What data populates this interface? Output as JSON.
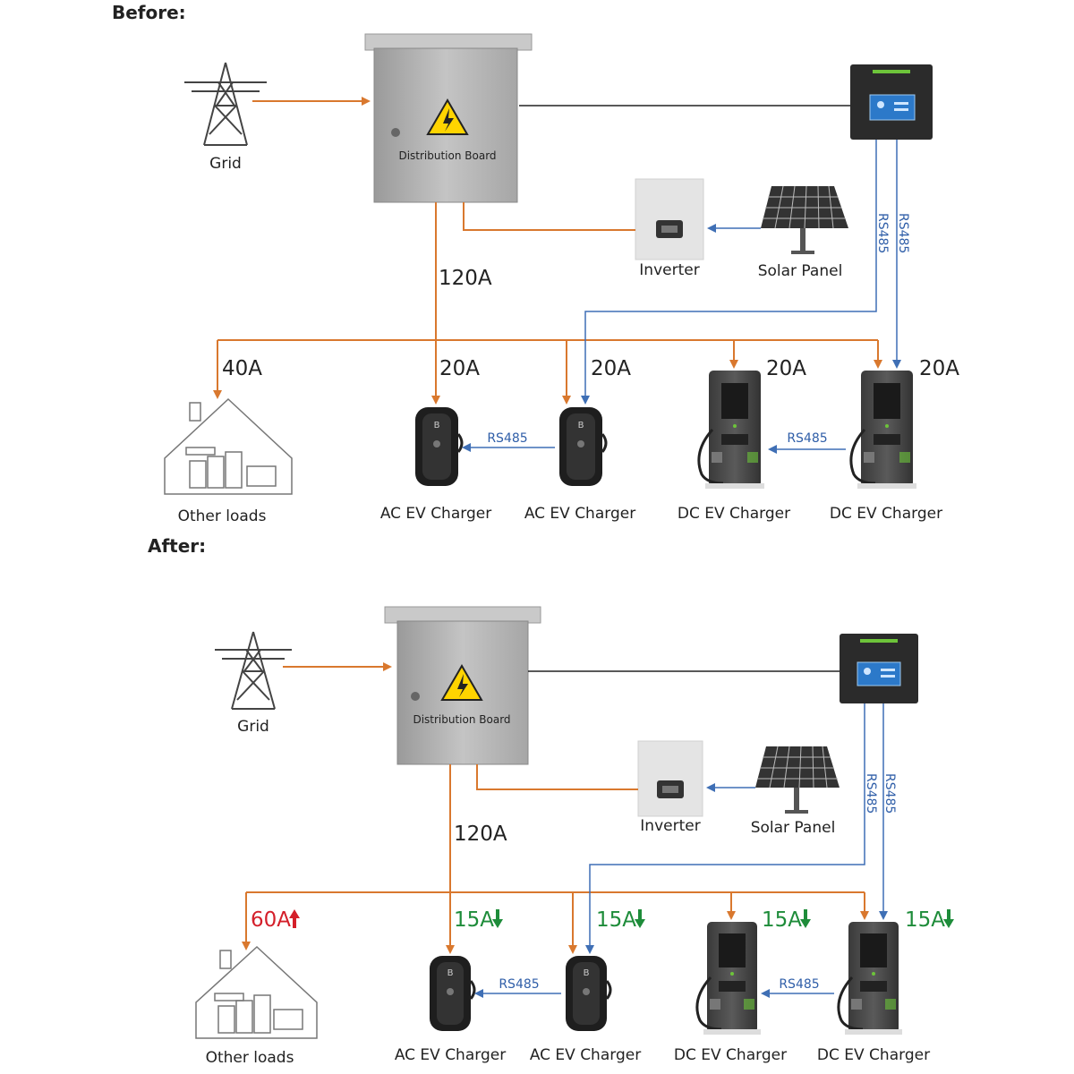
{
  "before": {
    "heading": "Before:",
    "grid_label": "Grid",
    "board_label": "Distribution Board",
    "inverter_label": "Inverter",
    "solar_label": "Solar Panel",
    "main_current": "120A",
    "rs485_vertical_left": "RS485",
    "rs485_vertical_right": "RS485",
    "rs485_ac": "RS485",
    "rs485_dc": "RS485",
    "loads_current": "40A",
    "loads_label": "Other loads",
    "chargers": [
      {
        "label": "AC EV Charger",
        "current": "20A"
      },
      {
        "label": "AC EV Charger",
        "current": "20A"
      },
      {
        "label": "DC EV Charger",
        "current": "20A"
      },
      {
        "label": "DC EV Charger",
        "current": "20A"
      }
    ]
  },
  "after": {
    "heading": "After:",
    "grid_label": "Grid",
    "board_label": "Distribution Board",
    "inverter_label": "Inverter",
    "solar_label": "Solar Panel",
    "main_current": "120A",
    "rs485_vertical_left": "RS485",
    "rs485_vertical_right": "RS485",
    "rs485_ac": "RS485",
    "rs485_dc": "RS485",
    "loads_current": "60A",
    "loads_label": "Other loads",
    "chargers": [
      {
        "label": "AC EV Charger",
        "current": "15A"
      },
      {
        "label": "AC EV Charger",
        "current": "15A"
      },
      {
        "label": "DC EV Charger",
        "current": "15A"
      },
      {
        "label": "DC EV Charger",
        "current": "15A"
      }
    ]
  },
  "colors": {
    "power_line": "#d9782e",
    "data_line": "#3f6fb5",
    "increase": "#d41f2a",
    "decrease": "#1e8c3a"
  }
}
